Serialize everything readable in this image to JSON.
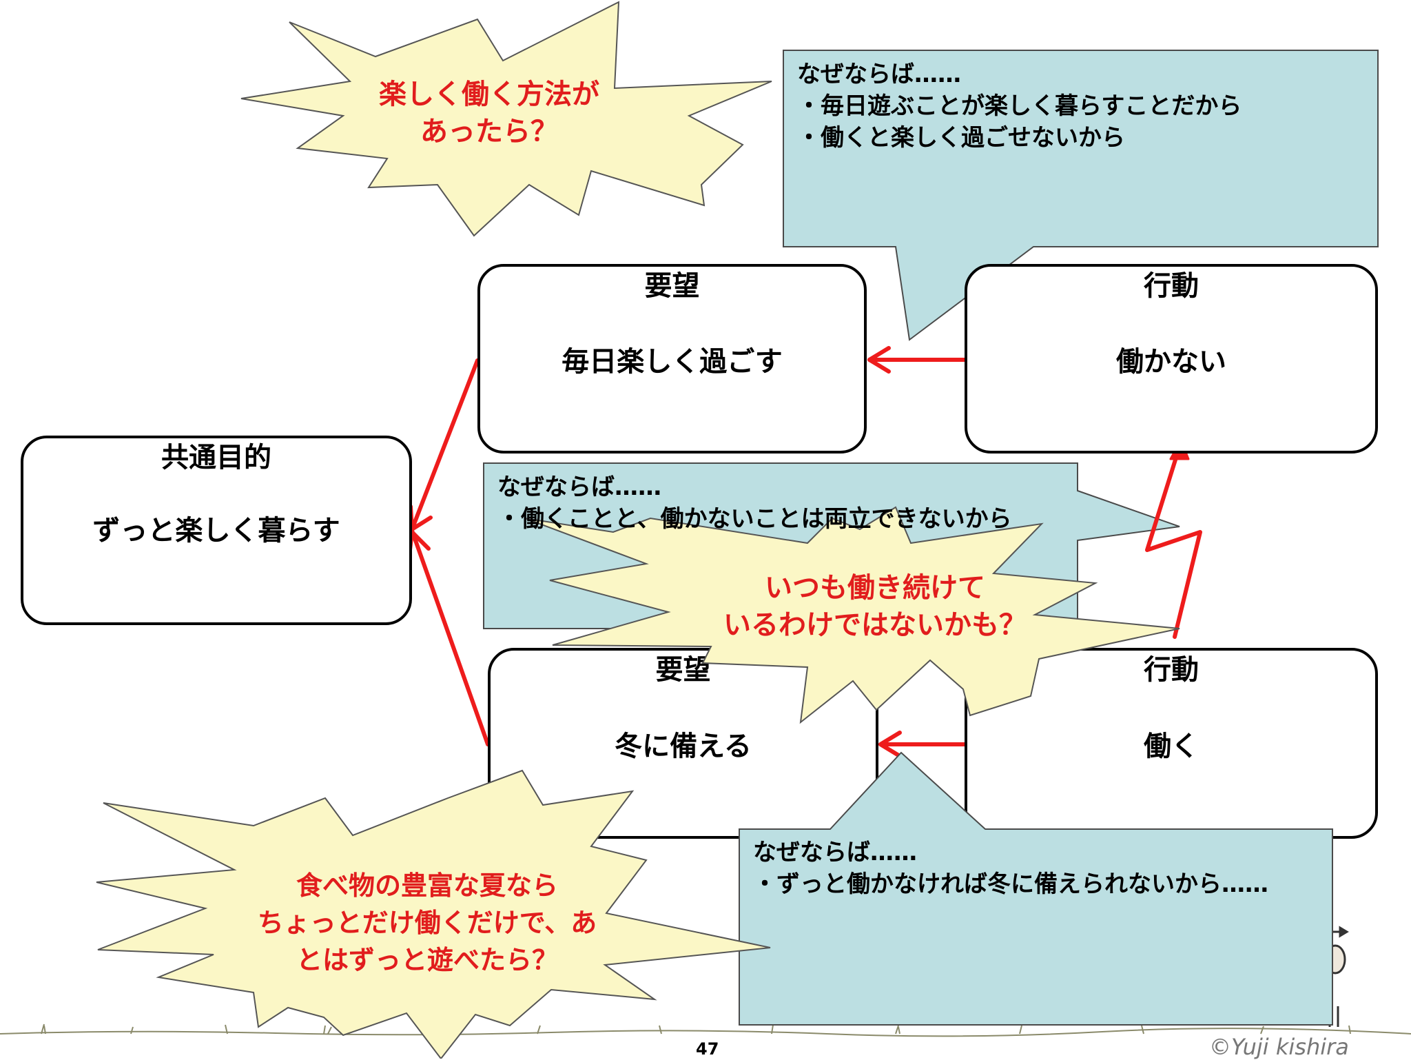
{
  "colors": {
    "arrow": "#ee1c1c",
    "callout_fill": "#bcdfe2",
    "burst_fill": "#fbf7c6",
    "burst_text": "#e11d1d",
    "grass": "#8a8a6a"
  },
  "boxes": {
    "goal": {
      "heading": "共通目的",
      "text": "ずっと楽しく暮らす"
    },
    "desire_top": {
      "heading": "要望",
      "text": "毎日楽しく過ごす"
    },
    "action_top": {
      "heading": "行動",
      "text": "働かない"
    },
    "desire_bottom": {
      "heading": "要望",
      "text": "冬に備える"
    },
    "action_bottom": {
      "heading": "行動",
      "text": "働く"
    }
  },
  "callouts": {
    "top": {
      "line1": "なぜならば……",
      "line2": "・毎日遊ぶことが楽しく暮らすことだから",
      "line3": "・働くと楽しく過ごせないから"
    },
    "middle": {
      "line1": "なぜならば……",
      "line2": "・働くことと、働かないことは両立できないから"
    },
    "bottom": {
      "line1": "なぜならば……",
      "line2": "・ずっと働かなければ冬に備えられないから……"
    }
  },
  "bursts": {
    "top": {
      "line1": "楽しく働く方法が",
      "line2": "あったら？"
    },
    "middle": {
      "line1": "いつも働き続けて",
      "line2": "いるわけではないかも？"
    },
    "bottom": {
      "line1": "食べ物の豊富な夏なら",
      "line2": "ちょっとだけ働くだけで、あ",
      "line3": "とはずっと遊べたら？"
    }
  },
  "footer": {
    "page_number": "47",
    "copyright": "©Yuji kishira"
  }
}
